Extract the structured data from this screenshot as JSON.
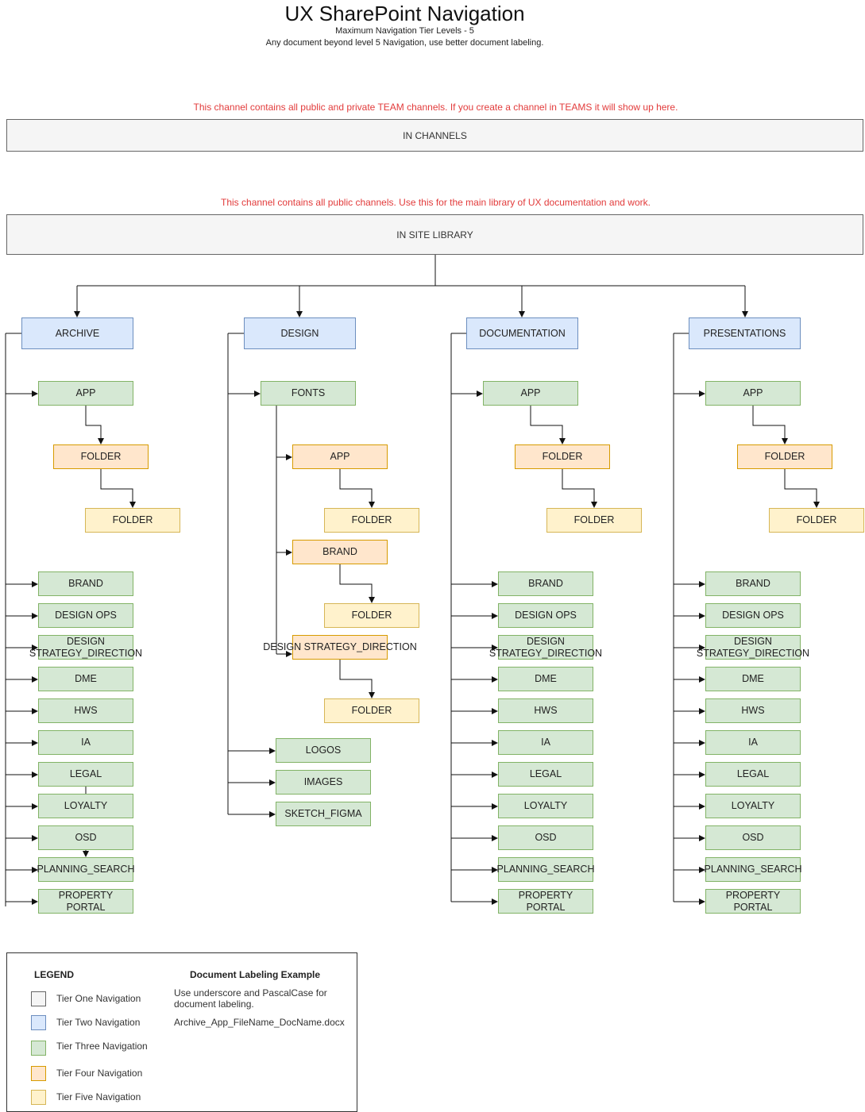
{
  "header": {
    "title": "UX SharePoint Navigation",
    "subtitle": "Maximum Navigation Tier Levels - 5",
    "subtitle2": "Any document beyond level 5 Navigation, use better document labeling."
  },
  "channels": {
    "note": "This channel contains all public and private TEAM channels. If you create a channel in TEAMS it will show up here.",
    "label": "IN CHANNELS"
  },
  "site_library": {
    "note": "This channel contains all public channels. Use this for the main library of UX documentation and work.",
    "label": "IN SITE LIBRARY"
  },
  "archive": {
    "label": "ARCHIVE",
    "app": "APP",
    "folder4": "FOLDER",
    "folder5": "FOLDER",
    "items": [
      "BRAND",
      "DESIGN OPS",
      "DESIGN\nSTRATEGY_DIRECTION",
      "DME",
      "HWS",
      "IA",
      "LEGAL",
      "LOYALTY",
      "OSD",
      "PLANNING_SEARCH",
      "PROPERTY PORTAL"
    ]
  },
  "design": {
    "label": "DESIGN",
    "fonts": "FONTS",
    "app": "APP",
    "app_folder": "FOLDER",
    "brand": "BRAND",
    "brand_folder": "FOLDER",
    "strategy": "DESIGN\nSTRATEGY_DIRECTION",
    "strategy_folder": "FOLDER",
    "logos": "LOGOS",
    "images": "IMAGES",
    "sketch": "SKETCH_FIGMA"
  },
  "documentation": {
    "label": "DOCUMENTATION",
    "app": "APP",
    "folder4": "FOLDER",
    "folder5": "FOLDER",
    "items": [
      "BRAND",
      "DESIGN OPS",
      "DESIGN\nSTRATEGY_DIRECTION",
      "DME",
      "HWS",
      "IA",
      "LEGAL",
      "LOYALTY",
      "OSD",
      "PLANNING_SEARCH",
      "PROPERTY PORTAL"
    ]
  },
  "presentations": {
    "label": "PRESENTATIONS",
    "app": "APP",
    "folder4": "FOLDER",
    "folder5": "FOLDER",
    "items": [
      "BRAND",
      "DESIGN OPS",
      "DESIGN\nSTRATEGY_DIRECTION",
      "DME",
      "HWS",
      "IA",
      "LEGAL",
      "LOYALTY",
      "OSD",
      "PLANNING_SEARCH",
      "PROPERTY PORTAL"
    ]
  },
  "legend": {
    "title": "LEGEND",
    "tiers": [
      {
        "label": "Tier One Navigation",
        "color": "#f5f5f5",
        "border": "#666666"
      },
      {
        "label": "Tier Two Navigation",
        "color": "#dae8fc",
        "border": "#6c8ebf"
      },
      {
        "label": "Tier Three Navigation",
        "color": "#d5e8d4",
        "border": "#82b366"
      },
      {
        "label": "Tier Four Navigation",
        "color": "#ffe6cc",
        "border": "#d79b00"
      },
      {
        "label": "Tier Five Navigation",
        "color": "#fff2cc",
        "border": "#d6b656"
      }
    ],
    "doc_title": "Document Labeling Example",
    "doc_line1": "Use underscore and PascalCase for document labeling.",
    "doc_example": "Archive_App_FileName_DocName.docx"
  }
}
